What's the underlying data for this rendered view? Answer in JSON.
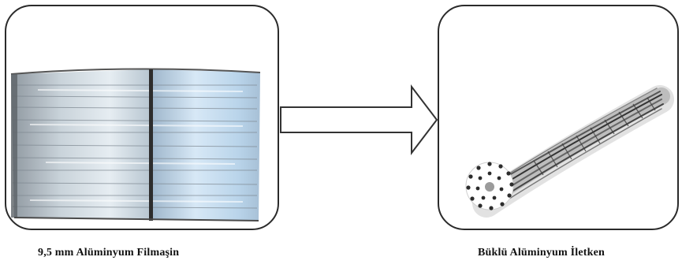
{
  "left_panel": {
    "caption": "9,5 mm Alüminyum Filmaşin",
    "image": "aluminium-wire-rod-coil"
  },
  "right_panel": {
    "caption": "Büklü Alüminyum İletken",
    "image": "stranded-aluminium-conductor"
  },
  "connector": {
    "icon": "arrow-right-icon",
    "color": "#333333"
  }
}
